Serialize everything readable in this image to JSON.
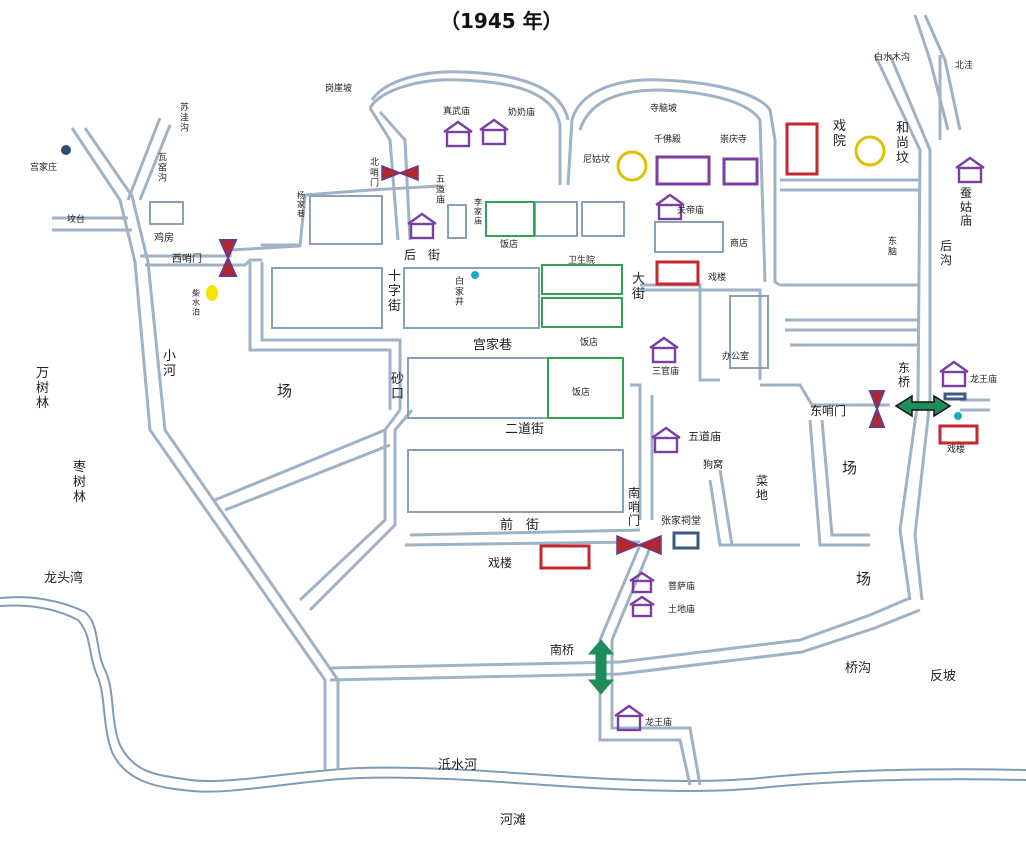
{
  "title": "（1945 年）",
  "colors": {
    "road": "#9fb2c6",
    "river": "#7f9bb5",
    "block": "#8aa0b6",
    "restaurant_green": "#33a152",
    "theater_red": "#c6262e",
    "temple_purple": "#7b3ea3",
    "gate_red": "#b3262e",
    "bridge_green": "#1e8c5b",
    "pond_yellow": "#e0c000",
    "well_cyan": "#18a8c9"
  },
  "labels": {
    "gangyapo": "岗崖坡",
    "zhenwumiao": "真武庙",
    "nainaimiao": "奶奶庙",
    "sinaopo": "寺脑坡",
    "suwagou": "苏洼沟",
    "gongjiazhuang": "宫家庄",
    "wayaogou": "瓦窑沟",
    "fangtai": "坟台",
    "jifang": "鸡房",
    "xishaomen": "西哨门",
    "beishaomen": "北哨门",
    "yangjiaxiang": "杨家巷",
    "wudaomiao_v": "五道庙",
    "lijiamiao": "李家庙",
    "fandian1": "饭店",
    "houjie": "后　街",
    "nigufen": "尼姑坟",
    "qianfodian": "千佛殿",
    "chongqingsi": "崇庆寺",
    "xiyuan": "戏院",
    "heshangfen": "和尚坟",
    "baishuimugou": "白水木沟",
    "beiwa": "北洼",
    "canguMiao": "蚕姑庙",
    "guandimiao": "关帝庙",
    "shangdian": "商店",
    "weishengyuan": "卫生院",
    "xilou1": "戏楼",
    "dongnao": "东脑",
    "hougou": "后沟",
    "shizijie": "十字街",
    "baijiajing": "白家井",
    "dajie": "大街",
    "chaishuipo": "柴水泊",
    "fandian2": "饭店",
    "gongjiaxiang": "宫家巷",
    "sanguanmiao": "三官庙",
    "bangongshi": "办公室",
    "longwangmiao": "龙王庙",
    "dongqiao": "东桥",
    "wanshulin": "万树林",
    "xiaohe": "小河",
    "chang1": "场",
    "shakou": "砂口",
    "fandian3": "饭店",
    "erdaojie": "二道街",
    "wudaomiao": "五道庙",
    "dongshaomen": "东哨门",
    "xilou2": "戏楼",
    "gouwo": "狗窝",
    "caidi": "菜地",
    "chang2": "场",
    "zaoshulin": "枣树林",
    "nanshaomen": "南哨门",
    "zhangjiacitang": "张家祠堂",
    "qianjie": "前　街",
    "xilou3": "戏楼",
    "chang3": "场",
    "longtouwan": "龙头湾",
    "pusamiao": "菩萨庙",
    "tudimiao": "土地庙",
    "nanqiao": "南桥",
    "qiaogou": "桥沟",
    "fanpo": "反坡",
    "longwangmiao2": "龙王庙",
    "dishuihe": "泜水河",
    "hetan": "河滩"
  }
}
